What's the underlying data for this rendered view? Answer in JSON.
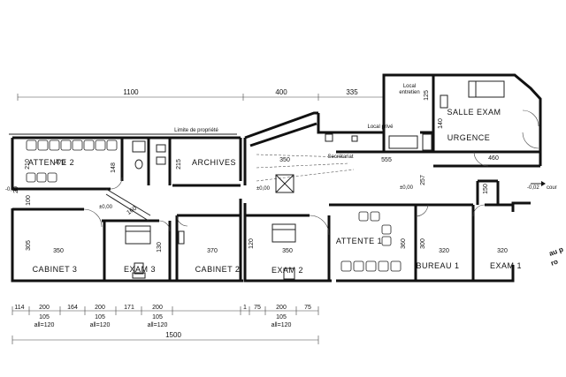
{
  "property_limit": "Limite de propriété",
  "rooms": {
    "attente2": "ATTENTE 2",
    "archives": "ARCHIVES",
    "cabinet3": "CABINET 3",
    "exam3": "EXAM 3",
    "cabinet2": "CABINET 2",
    "exam2": "EXAM 2",
    "attente1": "ATTENTE 1",
    "bureau1": "BUREAU 1",
    "exam1": "EXAM 1",
    "salle_exam": "SALLE EXAM",
    "urgence": "URGENCE",
    "local_prive": "Local privé",
    "local_entretien_1": "Local",
    "local_entretien_2": "entretien",
    "secretariat": "Secrétariat"
  },
  "levels": {
    "left_a": "-0,02",
    "left_b": "±0,00",
    "mid": "±0,00",
    "right_a": "±0,00",
    "right_b": "-0,02"
  },
  "side_note": "cour",
  "edge_text_1": "au p",
  "edge_text_2": "ro",
  "dimensions": {
    "top_1100": "1100",
    "top_400": "400",
    "top_335": "335",
    "inner_470": "470",
    "inner_350a": "350",
    "inner_370": "370",
    "inner_350b": "350",
    "inner_555": "555",
    "inner_460": "460",
    "inner_350c": "350",
    "inner_320a": "320",
    "inner_320b": "320",
    "inner_360": "360",
    "inner_257": "257",
    "inner_215": "215",
    "inner_210": "210",
    "inner_100": "100",
    "inner_305": "305",
    "inner_300": "300",
    "inner_150": "150",
    "inner_148": "148",
    "inner_160": "160",
    "inner_130": "130",
    "inner_125": "125",
    "inner_140": "140",
    "inner_120": "120",
    "inner_20": "20",
    "bottom_total": "1500",
    "bottom_segments": [
      "114",
      "200",
      "164",
      "200",
      "171",
      "200",
      "1",
      "75",
      "200",
      "75"
    ],
    "bottom_subs": [
      "105",
      "105",
      "105",
      "105"
    ],
    "bottom_all": [
      "all=120",
      "all=120",
      "all=120",
      "all=120"
    ]
  }
}
